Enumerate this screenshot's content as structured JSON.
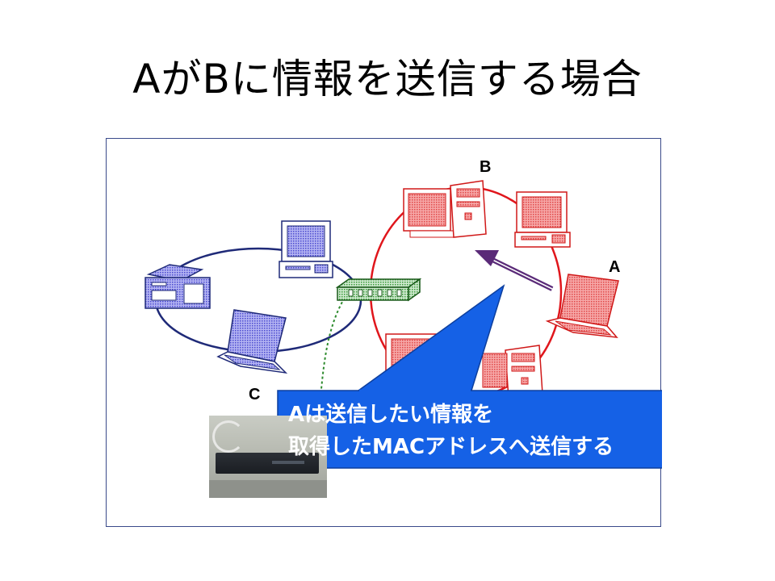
{
  "slide": {
    "title": "AがBに情報を送信する場合"
  },
  "diagram": {
    "labels": {
      "a": "A",
      "b": "B",
      "c": "C"
    },
    "callout": {
      "line1": "Aは送信したい情報を",
      "line2": "取得したMACアドレスへ送信する"
    },
    "colors": {
      "blue_network": "#1f2a78",
      "red_network": "#e0161c",
      "red_device": "#f07a7a",
      "blue_device": "#7d7dea",
      "switch": "#2e8b2e",
      "arrow": "#5a2a78",
      "callout_fill": "#1561e6",
      "frame": "#3a4a8a"
    }
  }
}
